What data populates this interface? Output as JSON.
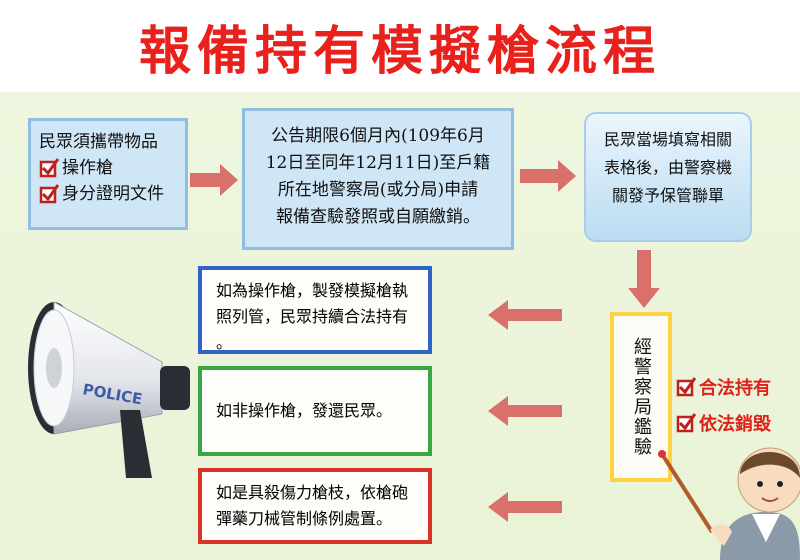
{
  "title": "報備持有模擬槍流程",
  "step1": {
    "heading": "民眾須攜帶物品",
    "items": [
      "操作槍",
      "身分證明文件"
    ]
  },
  "step2": {
    "lines": [
      "公告期限6個月內(109年6月",
      "12日至同年12月11日)至戶籍",
      "所在地警察局(或分局)申請",
      "報備查驗發照或自願繳銷。"
    ]
  },
  "step3": {
    "lines": [
      "民眾當場填寫相關",
      "表格後，由警察機",
      "關發予保管聯單"
    ]
  },
  "inspection": {
    "label": "經警察局鑑驗"
  },
  "results": [
    "合法持有",
    "依法銷毀"
  ],
  "outcomes": [
    {
      "lines": [
        "如為操作槍，製發模擬槍執",
        "照列管，民眾持續合法持有",
        "。"
      ]
    },
    {
      "lines": [
        "如非操作槍，發還民眾。"
      ]
    },
    {
      "lines": [
        "如是具殺傷力槍枝，依槍砲",
        "彈藥刀械管制條例處置。"
      ]
    }
  ],
  "megaphone": {
    "label": "POLICE"
  },
  "colors": {
    "title": "#e8211c",
    "arrow": "#d9706a",
    "blue_box": "#cfe6f6",
    "outcome_blue": "#2f63c4",
    "outcome_green": "#3aa745",
    "outcome_red": "#d93228",
    "inspect_border": "#ffd23f",
    "panel": "#eef6df"
  },
  "icons": [
    "checkbox-tick-icon",
    "arrow-right-icon",
    "arrow-down-icon",
    "arrow-left-icon",
    "megaphone-icon",
    "teacher-pointer-icon"
  ]
}
